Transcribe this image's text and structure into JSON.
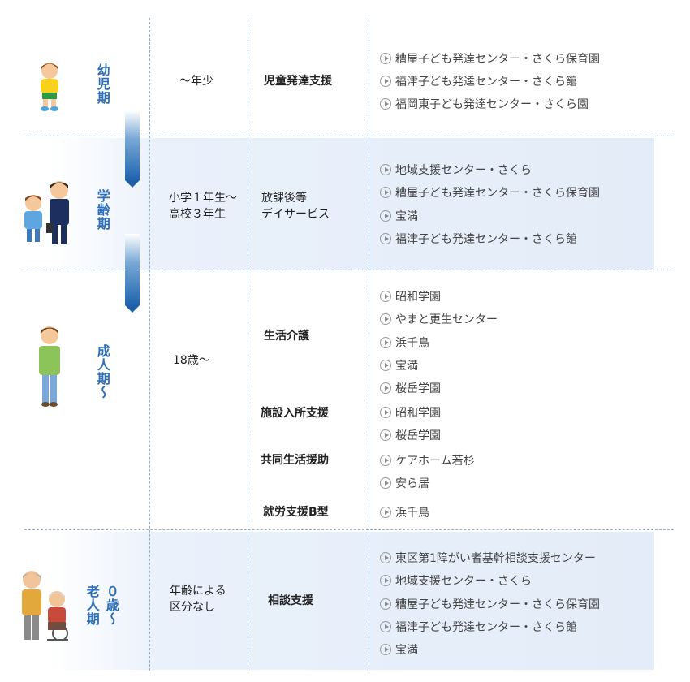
{
  "stages": [
    {
      "label": "幼児期",
      "age": "～年少",
      "services": [
        {
          "name": "児童発達支援",
          "facilities": [
            "糟屋子ども発達センター・さくら保育園",
            "福津子ども発達センター・さくら館",
            "福岡東子ども発達センター・さくら園"
          ]
        }
      ]
    },
    {
      "label": "学齢期",
      "age": [
        "小学１年生～",
        "高校３年生"
      ],
      "services": [
        {
          "name": [
            "放課後等",
            "デイサービス"
          ],
          "facilities": [
            "地域支援センター・さくら",
            "糟屋子ども発達センター・さくら保育園",
            "宝満",
            "福津子ども発達センター・さくら館"
          ]
        }
      ]
    },
    {
      "label": "成人期～",
      "age": "18歳～",
      "services": [
        {
          "name": "生活介護",
          "facilities": [
            "昭和学園",
            "やまと更生センター",
            "浜千鳥",
            "宝満",
            "桜岳学園"
          ]
        },
        {
          "name": "施設入所支援",
          "facilities": [
            "昭和学園",
            "桜岳学園"
          ]
        },
        {
          "name": "共同生活援助",
          "facilities": [
            "ケアホーム若杉",
            "安ら居"
          ]
        },
        {
          "name": "就労支援B型",
          "facilities": [
            "浜千鳥"
          ]
        }
      ]
    },
    {
      "label_col1": "老人期",
      "label_col2": "０歳～",
      "age": [
        "年齢による",
        "区分なし"
      ],
      "services": [
        {
          "name": "相談支援",
          "facilities": [
            "東区第1障がい者基幹相談支援センター",
            "地域支援センター・さくら",
            "糟屋子ども発達センター・さくら保育園",
            "福津子ども発達センター・さくら館",
            "宝満"
          ]
        }
      ]
    }
  ]
}
